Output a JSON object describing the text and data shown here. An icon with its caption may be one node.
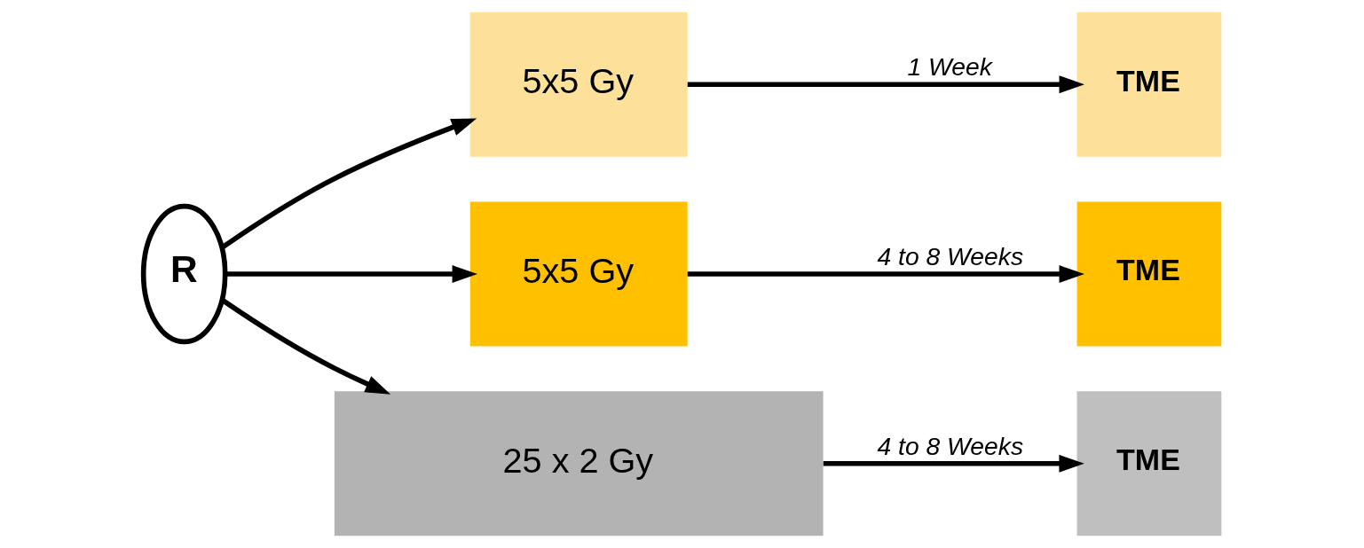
{
  "diagram": {
    "nodes": [
      {
        "text": [
          "R"
        ]
      },
      {
        "text": [
          "5x5 Gy"
        ]
      },
      {
        "text": [
          "TME"
        ]
      },
      {
        "text": [
          "5x5 Gy"
        ]
      },
      {
        "text": [
          "TME"
        ]
      },
      {
        "text": [
          "25 x 2 Gy"
        ]
      },
      {
        "text": [
          "TME"
        ]
      }
    ],
    "edges": [
      {
        "from": 0,
        "to": 1,
        "arrow": "to"
      },
      {
        "from": 0,
        "to": 3,
        "arrow": "to"
      },
      {
        "from": 0,
        "to": 5,
        "arrow": "to"
      },
      {
        "from": 1,
        "to": 2,
        "arrow": "to",
        "label": "1 Week"
      },
      {
        "from": 3,
        "to": 4,
        "arrow": "to",
        "label": "4 to 8 Weeks"
      },
      {
        "from": 5,
        "to": 6,
        "arrow": "to",
        "label": "4 to 8 Weeks"
      }
    ]
  }
}
